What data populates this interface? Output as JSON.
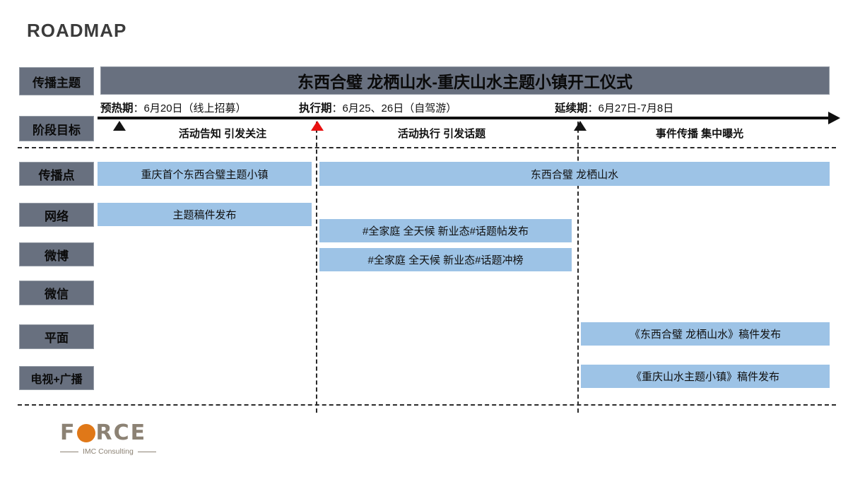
{
  "title": "ROADMAP",
  "colors": {
    "label_box_bg": "#68707F",
    "bar_bg": "#9DC3E6",
    "marker_red": "#E81111",
    "marker_black": "#141414",
    "logo_orange": "#E07818",
    "logo_brown": "#8C8274"
  },
  "theme_row": {
    "label": "传播主题",
    "banner": "东西合璧 龙栖山水-重庆山水主题小镇开工仪式"
  },
  "stage_row": {
    "label": "阶段目标",
    "phases": [
      {
        "name": "预热期",
        "detail": "：6月20日（线上招募）",
        "goal": "活动告知 引发关注",
        "marker": "black"
      },
      {
        "name": "执行期",
        "detail": "：6月25、26日（自驾游）",
        "goal": "活动执行 引发话题",
        "marker": "red"
      },
      {
        "name": "延续期",
        "detail": "：6月27日-7月8日",
        "goal": "事件传播 集中曝光",
        "marker": "black"
      }
    ]
  },
  "channel_rows": [
    {
      "label": "传播点"
    },
    {
      "label": "网络"
    },
    {
      "label": "微博"
    },
    {
      "label": "微信"
    },
    {
      "label": "平面"
    },
    {
      "label": "电视+广播"
    }
  ],
  "bars": [
    {
      "text": "重庆首个东西合璧主题小镇"
    },
    {
      "text": "东西合璧 龙栖山水"
    },
    {
      "text": "主题稿件发布"
    },
    {
      "text": "#全家庭 全天候 新业态#话题帖发布"
    },
    {
      "text": "#全家庭 全天候 新业态#话题冲榜"
    },
    {
      "text": "《东西合璧 龙栖山水》稿件发布"
    },
    {
      "text": "《重庆山水主题小镇》稿件发布"
    }
  ],
  "logo": {
    "f": "F",
    "rce": "RCE",
    "tagline": "IMC Consulting"
  }
}
